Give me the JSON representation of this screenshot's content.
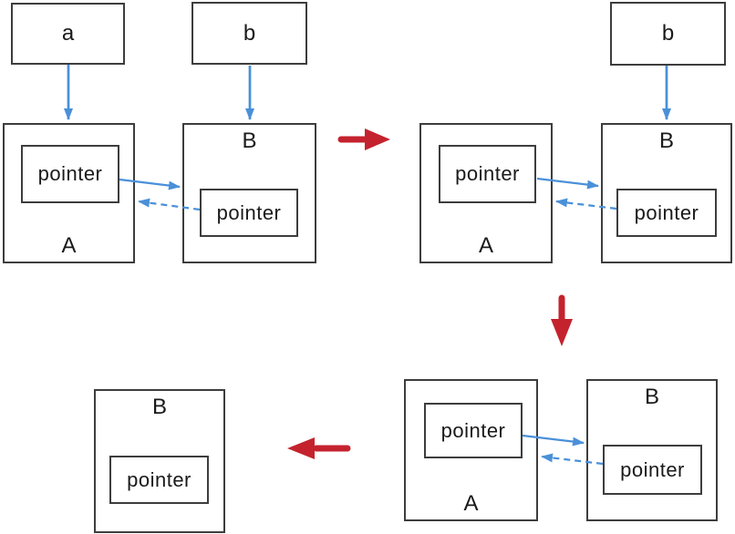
{
  "colors": {
    "box_border": "#3d3d3d",
    "blue_arrow": "#4a90d9",
    "red_arrow": "#c4232e",
    "text": "#1a1a1a",
    "background": "#ffffff"
  },
  "state1": {
    "var_a": "a",
    "var_b": "b",
    "obj_a": "A",
    "obj_a_pointer": "pointer",
    "obj_b": "B",
    "obj_b_pointer": "pointer"
  },
  "state2": {
    "var_b": "b",
    "obj_a": "A",
    "obj_a_pointer": "pointer",
    "obj_b": "B",
    "obj_b_pointer": "pointer"
  },
  "state3": {
    "obj_a": "A",
    "obj_a_pointer": "pointer",
    "obj_b": "B",
    "obj_b_pointer": "pointer"
  },
  "state4": {
    "obj_b": "B",
    "obj_b_pointer": "pointer"
  }
}
